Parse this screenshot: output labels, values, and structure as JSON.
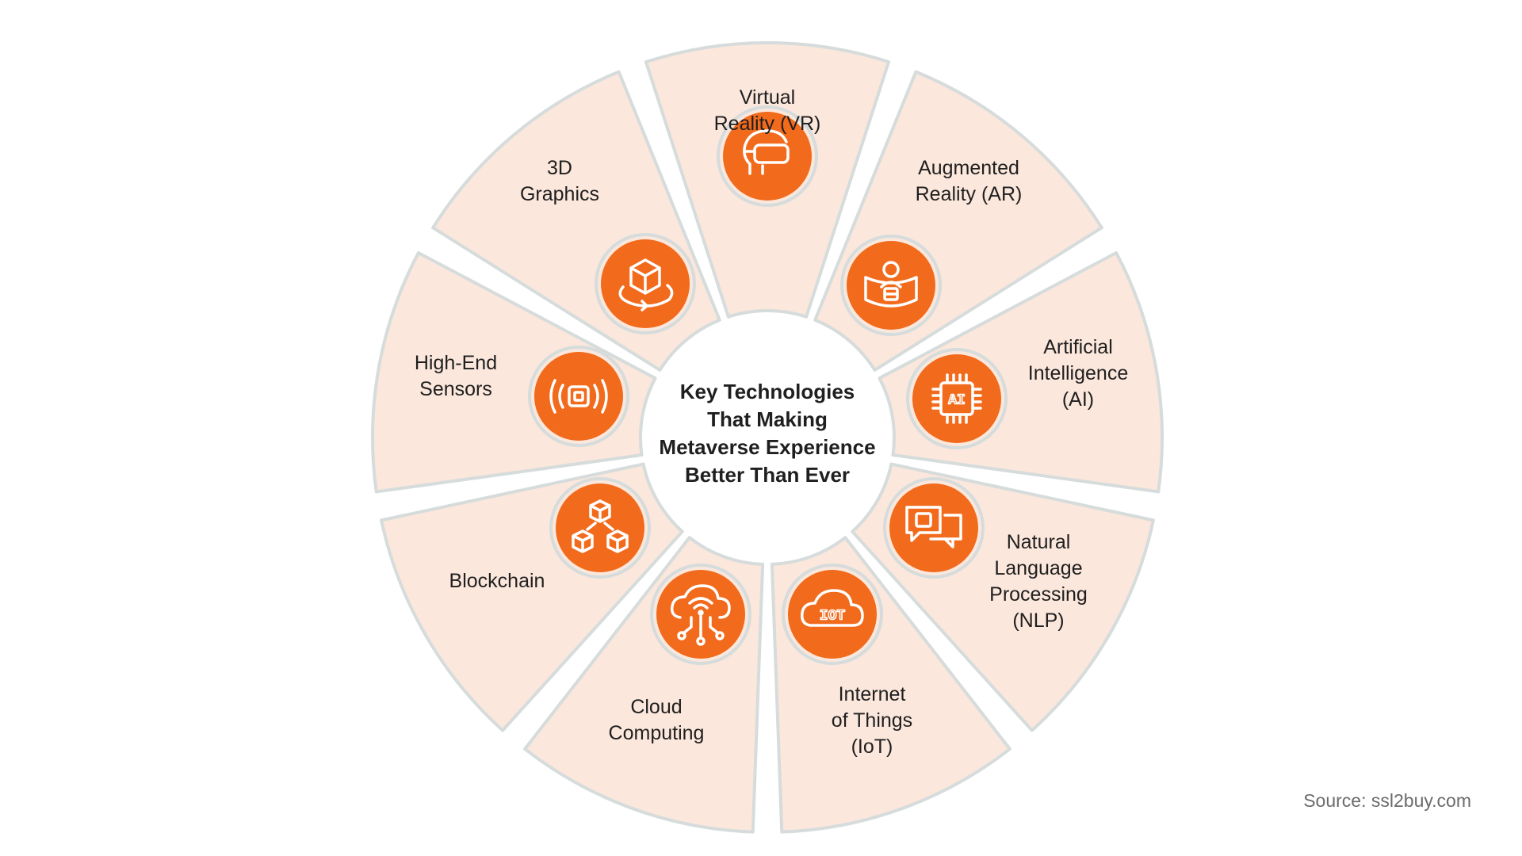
{
  "center_title": [
    "Key Technologies",
    "That Making",
    "Metaverse Experience",
    "Better Than Ever"
  ],
  "segments": [
    {
      "id": "vr",
      "lines": [
        "Virtual",
        "Reality (VR)"
      ],
      "icon": "vr-headset-icon"
    },
    {
      "id": "ar",
      "lines": [
        "Augmented",
        "Reality (AR)"
      ],
      "icon": "ar-projection-icon"
    },
    {
      "id": "ai",
      "lines": [
        "Artificial",
        "Intelligence",
        "(AI)"
      ],
      "icon": "ai-chip-icon",
      "icon_text": "AI"
    },
    {
      "id": "nlp",
      "lines": [
        "Natural",
        "Language",
        "Processing",
        "(NLP)"
      ],
      "icon": "nlp-chat-chip-icon"
    },
    {
      "id": "iot",
      "lines": [
        "Internet",
        "of Things",
        "(IoT)"
      ],
      "icon": "iot-cloud-icon",
      "icon_text": "IOT"
    },
    {
      "id": "cloud",
      "lines": [
        "Cloud",
        "Computing"
      ],
      "icon": "cloud-computing-icon"
    },
    {
      "id": "blockchain",
      "lines": [
        "Blockchain"
      ],
      "icon": "blockchain-cubes-icon"
    },
    {
      "id": "sensors",
      "lines": [
        "High-End",
        "Sensors"
      ],
      "icon": "sensor-signal-icon"
    },
    {
      "id": "graphics",
      "lines": [
        "3D",
        "Graphics"
      ],
      "icon": "3d-cube-rotate-icon"
    }
  ],
  "source": "Source: ssl2buy.com",
  "colors": {
    "accent": "#f26a1b",
    "segment_fill": "#fbe7dc",
    "segment_border": "#d6dcdb"
  }
}
